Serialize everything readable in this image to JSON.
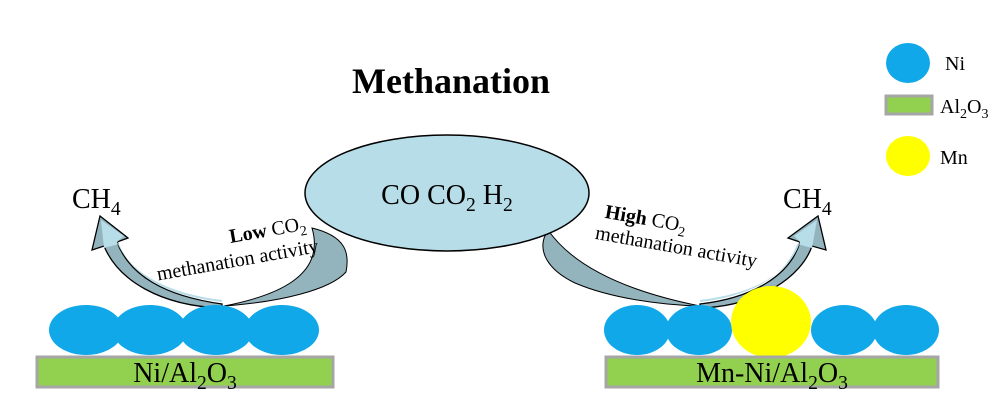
{
  "title": "Methanation",
  "center": {
    "co": "CO",
    "co2_main": "CO",
    "co2_sub": "2",
    "h2_main": "H",
    "h2_sub": "2"
  },
  "left": {
    "product_main": "CH",
    "product_sub": "4",
    "activity_strength": "Low",
    "activity_co": "CO",
    "activity_co_sub": "2",
    "activity_label": "methanation activity",
    "catalyst": {
      "p1": "Ni/Al",
      "s1": "2",
      "p2": "O",
      "s2": "3"
    }
  },
  "right": {
    "product_main": "CH",
    "product_sub": "4",
    "activity_strength": "High",
    "activity_co": "CO",
    "activity_co_sub": "2",
    "activity_label": "methanation activity",
    "catalyst": {
      "p1": "Mn-Ni/Al",
      "s1": "2",
      "p2": "O",
      "s2": "3"
    }
  },
  "legend": {
    "ni": "Ni",
    "al2o3": {
      "p1": "Al",
      "s1": "2",
      "p2": "O",
      "s2": "3"
    },
    "mn": "Mn"
  },
  "colors": {
    "ni": "#10a8e8",
    "support": "#92d050",
    "support_border": "#a6a6a6",
    "mn": "#ffff00",
    "ellipse": "#b7dde8",
    "arrow_left": "#b7dde8",
    "arrow_right": "#b7dde8",
    "arrow_shadow": "#93b3bd"
  }
}
